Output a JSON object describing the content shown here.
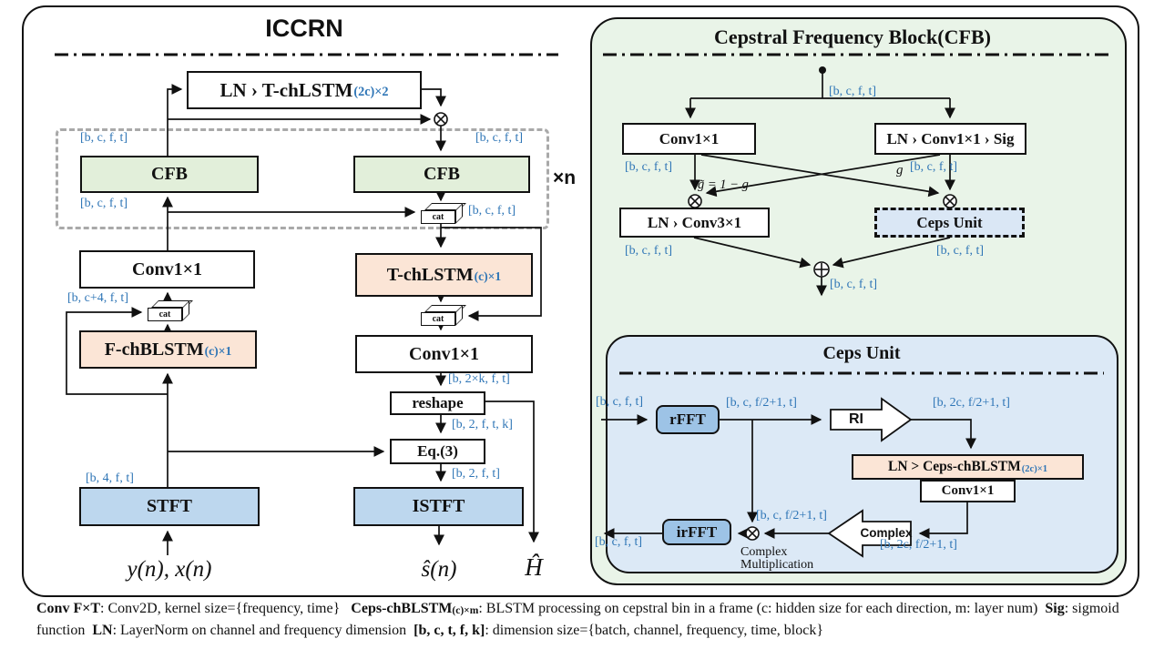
{
  "figure": {
    "left": {
      "title": "ICCRN",
      "repeat": "×n",
      "cat": "cat",
      "boxes": {
        "ln_tchlstm": {
          "label": "LN › T-chLSTM",
          "sub": "(2c)×2"
        },
        "cfb_left": {
          "label": "CFB"
        },
        "cfb_right": {
          "label": "CFB"
        },
        "conv_top": {
          "label": "Conv1×1"
        },
        "f_chblstm": {
          "label": "F-chBLSTM",
          "sub": "(c)×1"
        },
        "t_chlstm": {
          "label": "T-chLSTM",
          "sub": "(c)×1"
        },
        "conv_mid": {
          "label": "Conv1×1"
        },
        "reshape": {
          "label": "reshape"
        },
        "eq3": {
          "label": "Eq.(3)"
        },
        "stft": {
          "label": "STFT"
        },
        "istft": {
          "label": "ISTFT"
        }
      },
      "dims": {
        "cfb_left_in": "[b, c, f, t]",
        "cfb_right_in": "[b, c, f, t]",
        "cfb_left_out": "[b, c, f, t]",
        "cat_right": "[b, c, f, t]",
        "cat_left": "[b, c+4, f, t]",
        "conv_mid_out": "[b, 2×k, f, t]",
        "reshape_out": "[b, 2, f, t, k]",
        "eq3_out": "[b, 2, f, t]",
        "stft_out": "[b, 4, f, t]"
      },
      "io": {
        "input": "y(n), x(n)",
        "output": "ŝ(n)",
        "h": "Ĥ"
      }
    },
    "cfb": {
      "title": "Cepstral Frequency Block(CFB)",
      "boxes": {
        "conv": {
          "label": "Conv1×1"
        },
        "ln_conv_sig": {
          "label": "LN › Conv1×1 › Sig"
        },
        "ln_conv3": {
          "label": "LN › Conv3×1"
        },
        "ceps_unit": {
          "label": "Ceps Unit"
        }
      },
      "dims": {
        "in": "[b, c, f, t]",
        "conv_out": "[b, c, f, t]",
        "sig_out": "[b, c, f, t]",
        "conv3_out": "[b, c, f, t]",
        "ceps_out": "[b, c, f, t]",
        "sum_out": "[b, c, f, t]"
      },
      "g": "g",
      "g_eq": "g̃ = 1 − g"
    },
    "ceps": {
      "title": "Ceps Unit",
      "boxes": {
        "rfft": {
          "label": "rFFT"
        },
        "ri": {
          "label": "RI"
        },
        "ln_ceps": {
          "label": "LN > Ceps-chBLSTM",
          "sub": "(2c)×1"
        },
        "conv": {
          "label": "Conv1×1"
        },
        "complex": {
          "label": "Complex"
        },
        "irfft": {
          "label": "irFFT"
        }
      },
      "dims": {
        "in": "[b, c, f, t]",
        "rfft_out": "[b, c, f/2+1, t]",
        "ri_out": "[b, 2c, f/2+1, t]",
        "mult_in": "[b, c, f/2+1, t]",
        "conv_out": "[b, 2c, f/2+1, t]",
        "out": "[b, c, f, t]"
      },
      "mult_note_1": "Complex",
      "mult_note_2": "Multiplication"
    },
    "caption": {
      "segments": [
        {
          "t": "Conv F×T",
          "b": true
        },
        {
          "t": ": Conv2D, kernel size={frequency, time}   "
        },
        {
          "t": "Ceps-chBLSTM",
          "b": true
        },
        {
          "t": "(c)×m",
          "b": true,
          "s": true
        },
        {
          "t": ": BLSTM processing on cepstral bin in a frame (c: hidden size for each direction, m: layer num)  "
        },
        {
          "t": "Sig",
          "b": true
        },
        {
          "t": ": sigmoid function  "
        },
        {
          "t": "LN",
          "b": true
        },
        {
          "t": ": LayerNorm on channel and frequency dimension  "
        },
        {
          "t": "[b, c, t, f, k]",
          "b": true
        },
        {
          "t": ": dimension size={batch, channel, frequency, time, block}"
        }
      ]
    },
    "colors": {
      "dim_label": "#2E75B6",
      "cfb_box": "#E2EFDA",
      "lstm_box": "#FBE5D6",
      "stft_box": "#BDD7EE",
      "fft_box": "#9DC3E6",
      "cfb_panel_bg": "#E9F4E8",
      "ceps_panel_bg": "#DCE9F6",
      "ceps_unit_fill": "#DAE7F5"
    }
  }
}
